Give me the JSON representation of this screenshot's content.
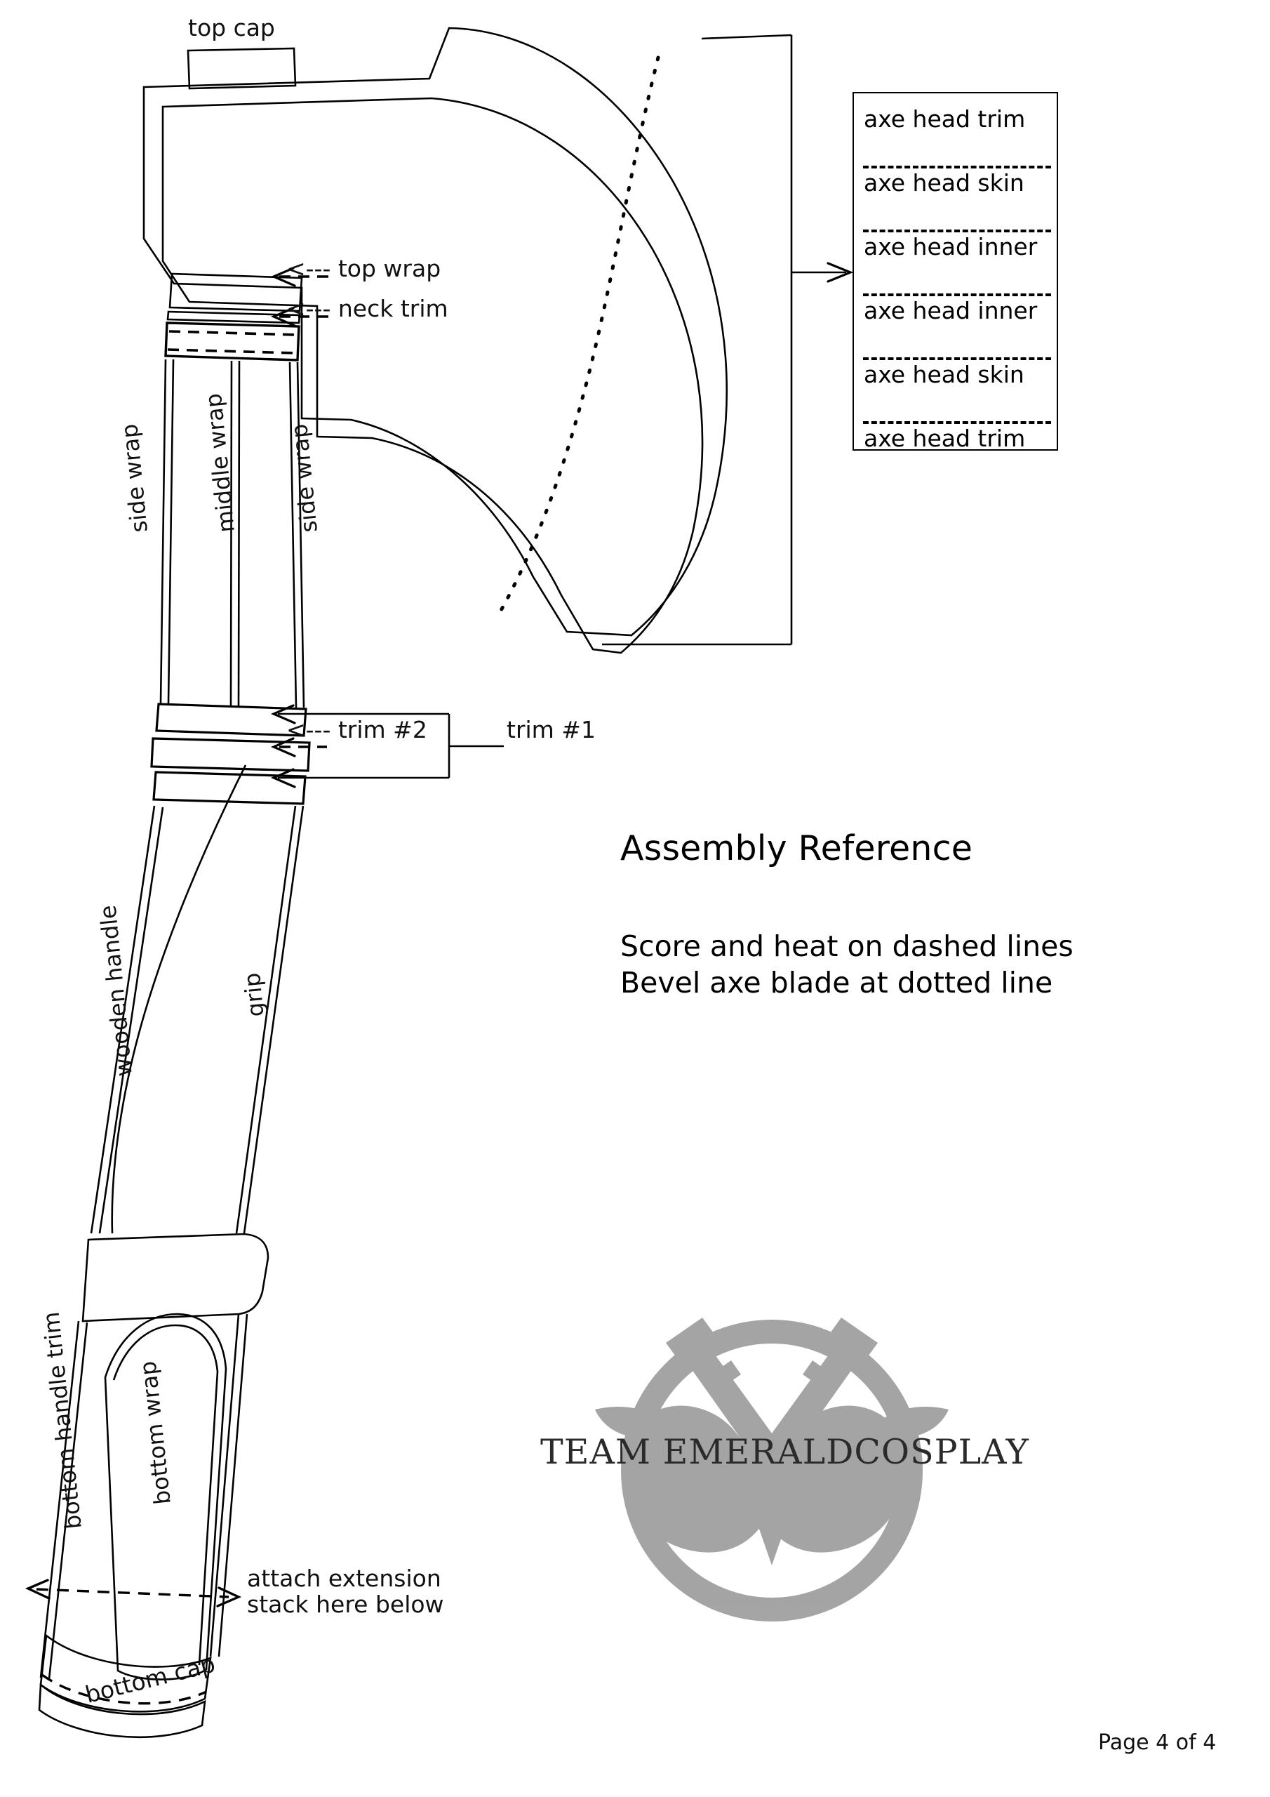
{
  "document": {
    "title": "Assembly Reference",
    "page_footer": "Page 4 of 4",
    "instructions": [
      "Score and heat on dashed lines",
      "Bevel axe blade at dotted line"
    ]
  },
  "labels": {
    "top_cap": "top cap",
    "top_wrap": "<--- top wrap",
    "neck_trim": "<--- neck trim",
    "side_wrap_left": "side wrap",
    "middle_wrap": "middle wrap",
    "side_wrap_right": "side wrap",
    "trim_2": "<--- trim #2",
    "trim_1": "trim #1",
    "wooden_handle": "wooden handle",
    "grip": "grip",
    "bottom_handle_trim": "bottom handle trim",
    "bottom_wrap": "bottom wrap",
    "attach_line1": "attach extension",
    "attach_line2": "stack here below",
    "bottom_cap": "bottom cap"
  },
  "legend": {
    "rows": [
      "axe head trim",
      "axe head skin",
      "axe head inner",
      "axe head inner",
      "axe head skin",
      "axe head trim"
    ],
    "separator_style": "dashed"
  },
  "watermark": {
    "text": "TEAM EMERALDCOSPLAY",
    "color": "#a0a0a0",
    "emblem": "owl-mask-circle-logo"
  },
  "colors": {
    "ink": "#000000",
    "paper": "#ffffff",
    "watermark_grey": "#a0a0a0"
  }
}
